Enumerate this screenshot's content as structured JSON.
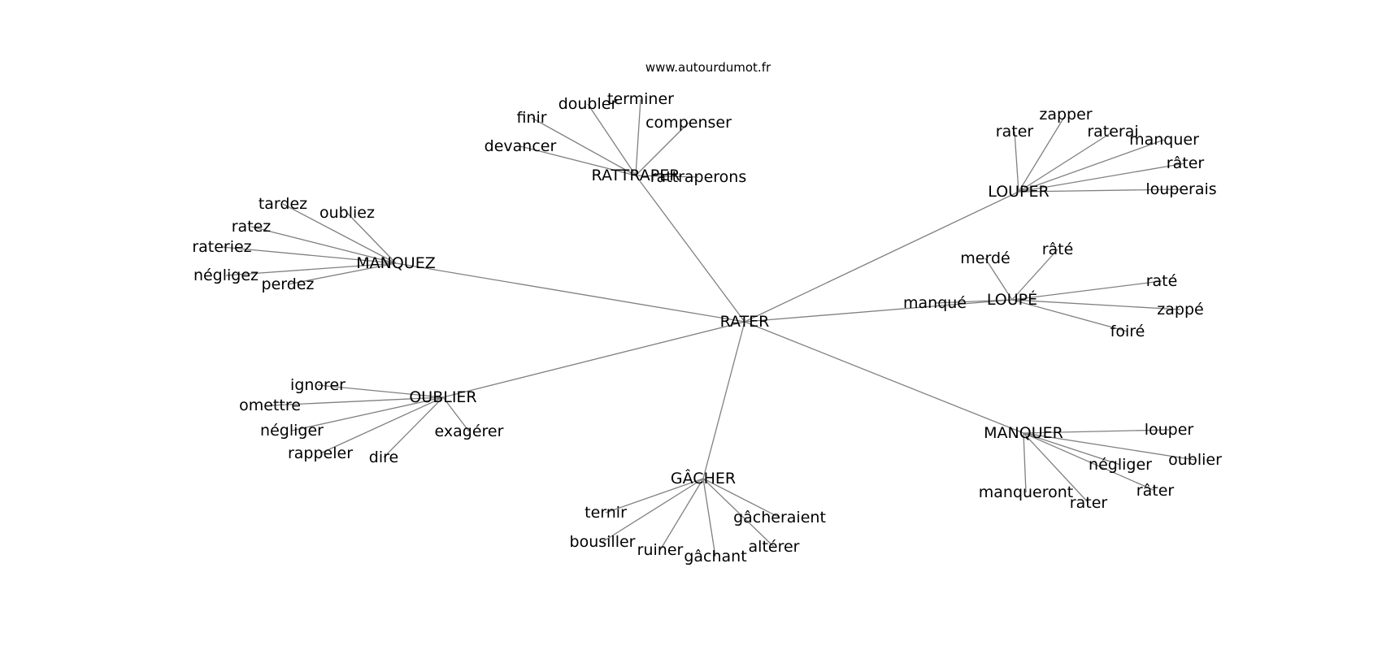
{
  "source": "www.autourdumot.fr",
  "graph": {
    "root": "RATER",
    "hubs": [
      {
        "label": "RATTRAPER",
        "words": [
          "devancer",
          "finir",
          "doubler",
          "terminer",
          "compenser",
          "rattraperons"
        ]
      },
      {
        "label": "LOUPER",
        "words": [
          "rater",
          "zapper",
          "raterai",
          "manquer",
          "râter",
          "louperais"
        ]
      },
      {
        "label": "MANQUEZ",
        "words": [
          "tardez",
          "oubliez",
          "ratez",
          "rateriez",
          "négligez",
          "perdez"
        ]
      },
      {
        "label": "LOUPÉ",
        "words": [
          "merdé",
          "râté",
          "raté",
          "zappé",
          "foiré",
          "manqué"
        ]
      },
      {
        "label": "OUBLIER",
        "words": [
          "ignorer",
          "omettre",
          "négliger",
          "rappeler",
          "dire",
          "exagérer"
        ]
      },
      {
        "label": "MANQUER",
        "words": [
          "louper",
          "oublier",
          "négliger",
          "râter",
          "rater",
          "manqueront"
        ]
      },
      {
        "label": "GÂCHER",
        "words": [
          "ternir",
          "bousiller",
          "ruiner",
          "gâchant",
          "altérer",
          "gâcheraient"
        ]
      }
    ]
  }
}
